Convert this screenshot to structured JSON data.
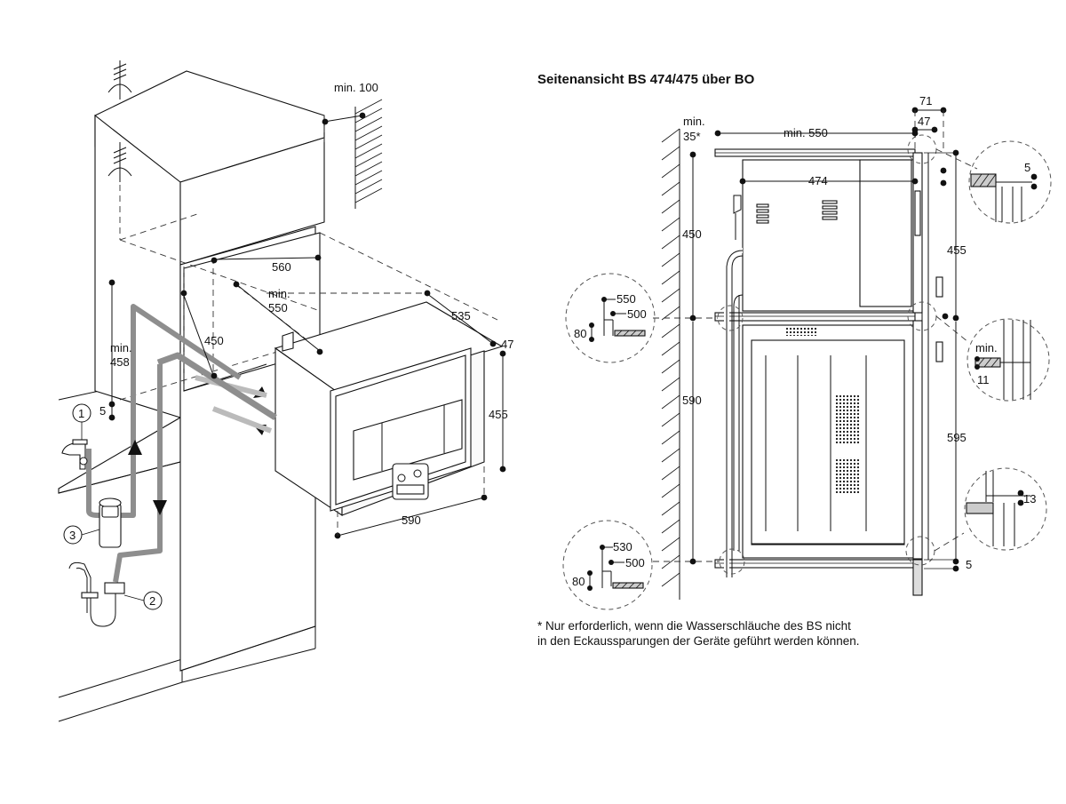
{
  "title": "Seitenansicht BS 474/475 über BO",
  "footnote": {
    "line1": "* Nur erforderlich, wenn die Wasserschläuche des BS nicht",
    "line2": "in den Eckaussparungen der Geräte geführt werden können."
  },
  "perspective": {
    "dims": {
      "min100": "min. 100",
      "d560": "560",
      "min550_a": "min.",
      "min550_b": "550",
      "d535": "535",
      "d47": "47",
      "d450": "450",
      "min458_a": "min.",
      "min458_b": "458",
      "d5": "5",
      "d455": "455",
      "d590": "590"
    },
    "callouts": [
      "1",
      "2",
      "3"
    ]
  },
  "side": {
    "dims": {
      "d71": "71",
      "d47": "47",
      "min35_a": "min.",
      "min35_b": "35*",
      "min550": "min. 550",
      "d474": "474",
      "d450": "450",
      "d455": "455",
      "d590": "590",
      "d595": "595",
      "d5_top": "5",
      "d5_bottom": "5"
    },
    "details": {
      "upper_left": {
        "a": "550",
        "b": "500",
        "c": "80"
      },
      "lower_left": {
        "a": "530",
        "b": "500",
        "c": "80"
      },
      "right_top": {
        "a": "5"
      },
      "right_mid": {
        "a": "min.",
        "b": "11"
      },
      "right_bottom": {
        "a": "13"
      }
    }
  }
}
